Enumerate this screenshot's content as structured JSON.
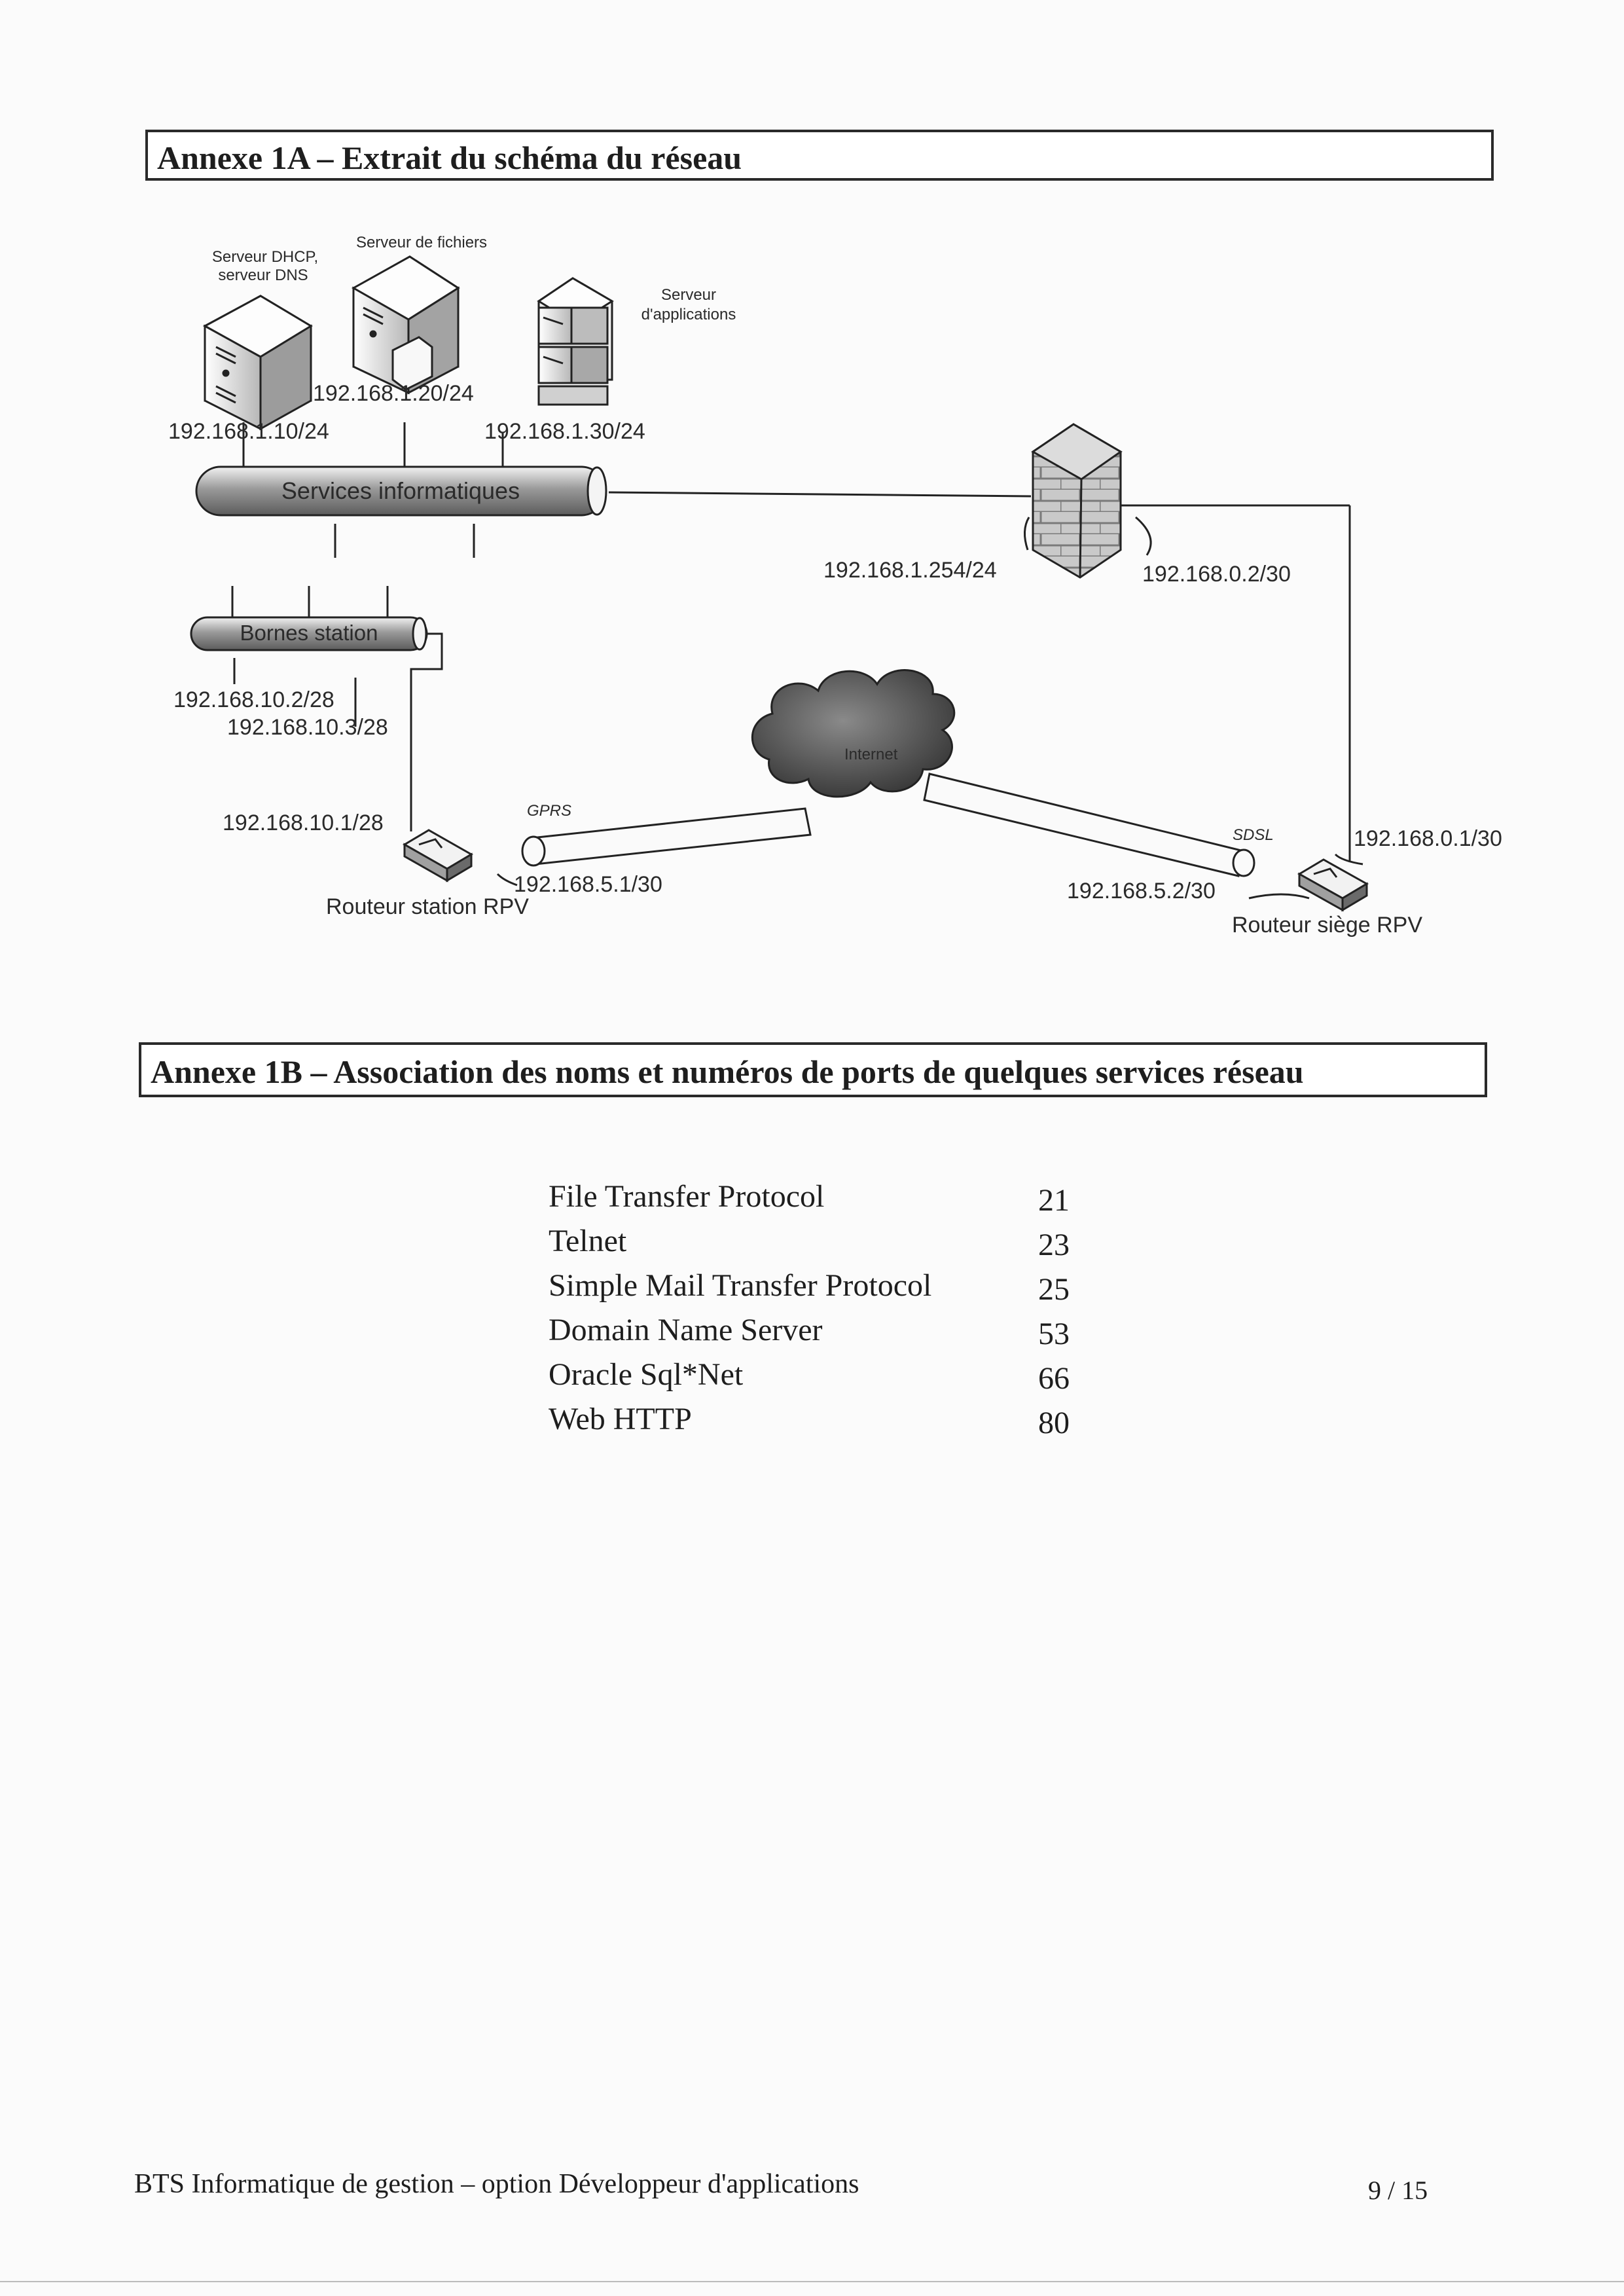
{
  "annexe_1a": {
    "title": "Annexe 1A – Extrait du schéma du réseau"
  },
  "network_diagram": {
    "dhcp_dns_server": {
      "line1": "Serveur DHCP,",
      "line2": "serveur DNS",
      "ip": "192.168.1.10/24"
    },
    "file_server": {
      "label": "Serveur de fichiers",
      "ip": "192.168.1.20/24"
    },
    "app_server": {
      "line1": "Serveur",
      "line2": "d'applications",
      "ip": "192.168.1.30/24"
    },
    "services_segment": "Services informatiques",
    "kiosks_segment": "Bornes station",
    "kiosk_ip_1": "192.168.10.2/28",
    "kiosk_ip_2": "192.168.10.3/28",
    "station_router": {
      "label": "Routeur station RPV",
      "lan_ip": "192.168.10.1/28",
      "wan_ip": "192.168.5.1/30"
    },
    "firewall": {
      "inside_ip": "192.168.1.254/24",
      "outside_ip": "192.168.0.2/30"
    },
    "internet": "Internet",
    "gprs": "GPRS",
    "sdsl": "SDSL",
    "hq_router": {
      "label": "Routeur siège RPV",
      "wan_ip": "192.168.5.2/30",
      "lan_ip": "192.168.0.1/30"
    }
  },
  "annexe_1b": {
    "title": "Annexe 1B – Association des noms et numéros de ports de quelques services réseau",
    "services": [
      {
        "name": "File Transfer Protocol",
        "port": "21"
      },
      {
        "name": "Telnet",
        "port": "23"
      },
      {
        "name": "Simple Mail Transfer Protocol",
        "port": "25"
      },
      {
        "name": "Domain Name Server",
        "port": "53"
      },
      {
        "name": "Oracle Sql*Net",
        "port": "66"
      },
      {
        "name": "Web HTTP",
        "port": "80"
      }
    ]
  },
  "footer": {
    "left": "BTS Informatique de gestion – option Développeur d'applications",
    "right": "9 / 15"
  }
}
